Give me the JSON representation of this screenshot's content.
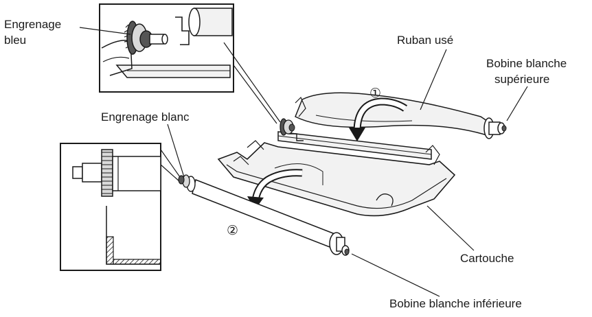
{
  "labels": {
    "engrenage_bleu_line1": "Engrenage",
    "engrenage_bleu_line2": "bleu",
    "ruban_use": "Ruban usé",
    "bobine_sup_line1": "Bobine blanche",
    "bobine_sup_line2": "supérieure",
    "engrenage_blanc": "Engrenage blanc",
    "cartouche": "Cartouche",
    "bobine_inf": "Bobine blanche inférieure"
  },
  "steps": {
    "step1": "①",
    "step2": "②"
  },
  "colors": {
    "ink": "#1a1a1a",
    "fill_light": "#f2f2f2",
    "fill_mid": "#d9d9d9",
    "fill_dark": "#555555"
  }
}
